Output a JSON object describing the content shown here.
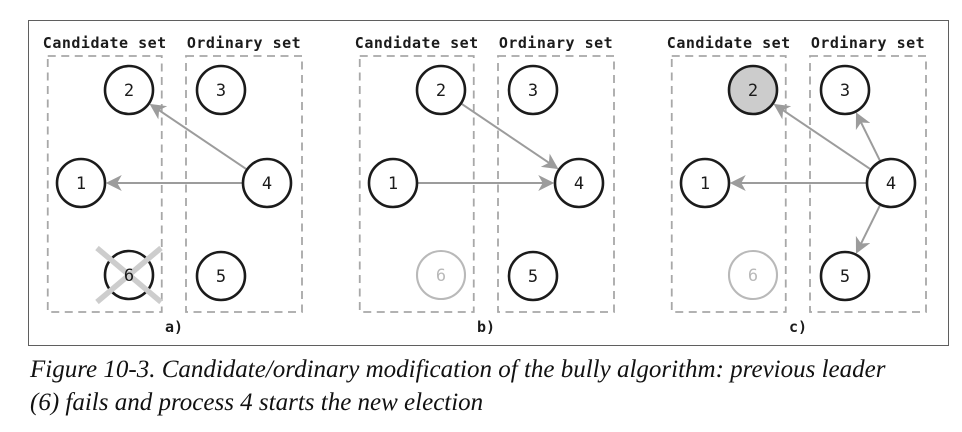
{
  "colors": {
    "frame": "#5f5f5f",
    "dash": "#a8a8a8",
    "arrow": "#9c9c9c",
    "node_stroke": "#1b1b1b",
    "node_fill": "#ffffff",
    "node_text": "#1b1b1b",
    "faded": "#b9b9b9",
    "elected_fill": "#cccccc",
    "cross": "#cdcdcd"
  },
  "caption": {
    "line1": "Figure 10-3. Candidate/ordinary modification of the bully algorithm: previous leader",
    "line2": "(6) fails and process 4 starts the new election"
  },
  "panels": [
    {
      "label": "a)",
      "candidate_title": "Candidate set",
      "ordinary_title": "Ordinary set",
      "nodes": [
        {
          "id": 2,
          "label": "2",
          "set": "candidate",
          "state": "normal"
        },
        {
          "id": 1,
          "label": "1",
          "set": "candidate",
          "state": "normal"
        },
        {
          "id": 6,
          "label": "6",
          "set": "candidate",
          "state": "crashed"
        },
        {
          "id": 3,
          "label": "3",
          "set": "ordinary",
          "state": "normal"
        },
        {
          "id": 4,
          "label": "4",
          "set": "ordinary",
          "state": "normal"
        },
        {
          "id": 5,
          "label": "5",
          "set": "ordinary",
          "state": "normal"
        }
      ],
      "arrows": [
        {
          "from": 4,
          "to": 2
        },
        {
          "from": 4,
          "to": 1
        }
      ]
    },
    {
      "label": "b)",
      "candidate_title": "Candidate set",
      "ordinary_title": "Ordinary set",
      "nodes": [
        {
          "id": 2,
          "label": "2",
          "set": "candidate",
          "state": "normal"
        },
        {
          "id": 1,
          "label": "1",
          "set": "candidate",
          "state": "normal"
        },
        {
          "id": 6,
          "label": "6",
          "set": "candidate",
          "state": "faded"
        },
        {
          "id": 3,
          "label": "3",
          "set": "ordinary",
          "state": "normal"
        },
        {
          "id": 4,
          "label": "4",
          "set": "ordinary",
          "state": "normal"
        },
        {
          "id": 5,
          "label": "5",
          "set": "ordinary",
          "state": "normal"
        }
      ],
      "arrows": [
        {
          "from": 2,
          "to": 4
        },
        {
          "from": 1,
          "to": 4
        }
      ]
    },
    {
      "label": "c)",
      "candidate_title": "Candidate set",
      "ordinary_title": "Ordinary set",
      "nodes": [
        {
          "id": 2,
          "label": "2",
          "set": "candidate",
          "state": "elected"
        },
        {
          "id": 1,
          "label": "1",
          "set": "candidate",
          "state": "normal"
        },
        {
          "id": 6,
          "label": "6",
          "set": "candidate",
          "state": "faded"
        },
        {
          "id": 3,
          "label": "3",
          "set": "ordinary",
          "state": "normal"
        },
        {
          "id": 4,
          "label": "4",
          "set": "ordinary",
          "state": "normal"
        },
        {
          "id": 5,
          "label": "5",
          "set": "ordinary",
          "state": "normal"
        }
      ],
      "arrows": [
        {
          "from": 4,
          "to": 2
        },
        {
          "from": 4,
          "to": 1
        },
        {
          "from": 4,
          "to": 3
        },
        {
          "from": 4,
          "to": 5
        }
      ]
    }
  ]
}
